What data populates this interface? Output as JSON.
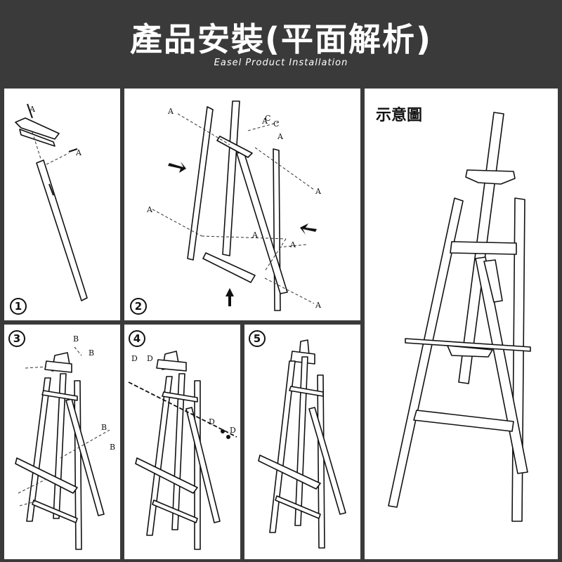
{
  "header": {
    "title": "產品安裝(平面解析)",
    "subtitle": "Easel Product Installation"
  },
  "steps": [
    {
      "number": "1",
      "labels": [
        "A",
        "A"
      ]
    },
    {
      "number": "2",
      "labels": [
        "A",
        "A",
        "C",
        "C",
        "A",
        "A",
        "A",
        "A",
        "A",
        "A"
      ]
    },
    {
      "number": "3",
      "labels": [
        "B",
        "B",
        "B",
        "B"
      ]
    },
    {
      "number": "4",
      "labels": [
        "D",
        "D",
        "D",
        "D"
      ]
    },
    {
      "number": "5",
      "labels": []
    }
  ],
  "overview": {
    "caption": "示意圖"
  },
  "colors": {
    "header_bg": "#3a3a3a",
    "panel_bg": "#ffffff",
    "line": "#111111"
  }
}
